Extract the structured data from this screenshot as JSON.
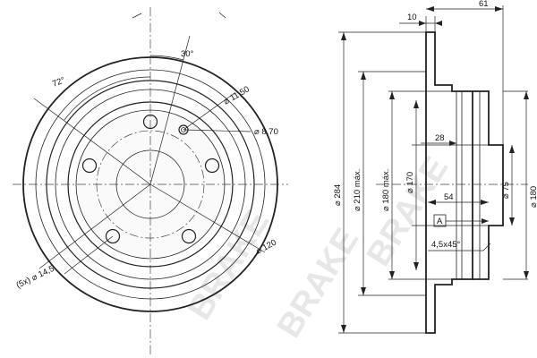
{
  "watermark": {
    "text": "BRAKE"
  },
  "front_view": {
    "angle_72": "72°",
    "angle_30": "30°",
    "dia_11_50": "⌀ 11,50",
    "dia_8_70": "⌀ 8,70",
    "dia_120": "⌀ 120",
    "dia_14_5": "(5x) ⌀ 14,5"
  },
  "side_view": {
    "dim_10": "10",
    "dim_61": "61",
    "dim_28": "28",
    "dim_54": "54",
    "dia_284": "⌀ 284",
    "dia_210": "⌀ 210 máx.",
    "dia_180_max": "⌀ 180 máx.",
    "dia_170": "⌀ 170",
    "dia_75": "⌀ 75",
    "dia_180": "⌀ 180",
    "ref_a": "A",
    "chamfer": "4,5x45°"
  }
}
